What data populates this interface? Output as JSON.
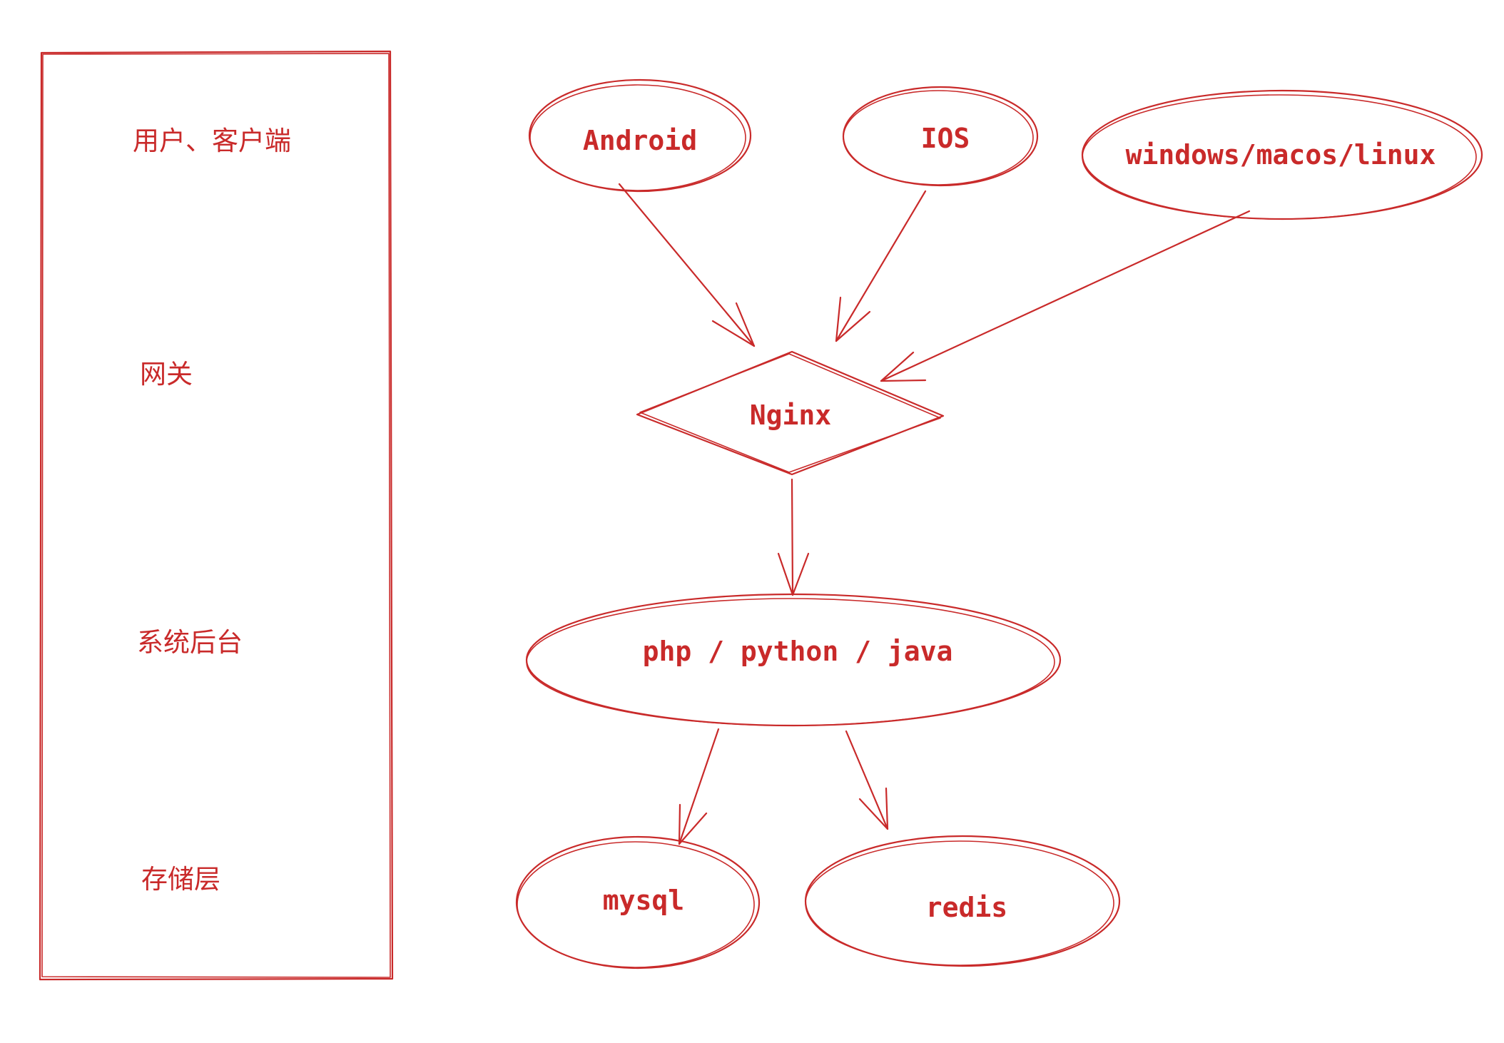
{
  "layers": {
    "client": "用户、客户端",
    "gateway": "网关",
    "backend": "系统后台",
    "storage": "存储层"
  },
  "nodes": {
    "android": "Android",
    "ios": "IOS",
    "desktop": "windows/macos/linux",
    "nginx": "Nginx",
    "backend": "php / python / java",
    "mysql": "mysql",
    "redis": "redis"
  },
  "colors": {
    "stroke": "#c92a2a",
    "background": "#ffffff"
  }
}
